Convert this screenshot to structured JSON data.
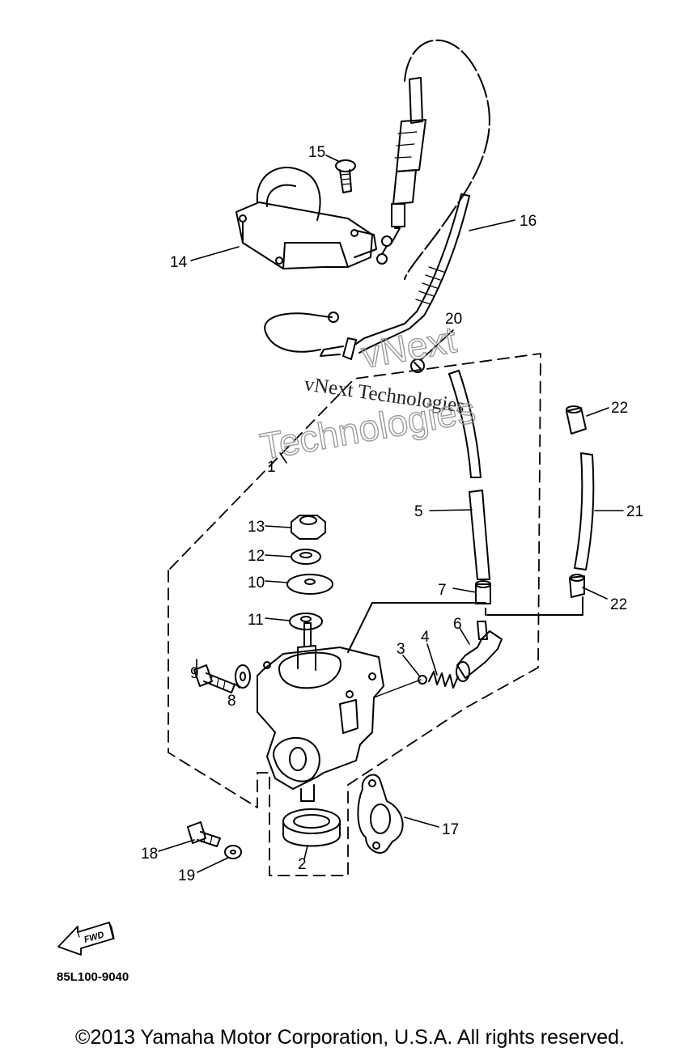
{
  "callouts": [
    "1",
    "2",
    "3",
    "4",
    "5",
    "6",
    "7",
    "8",
    "9",
    "10",
    "11",
    "12",
    "13",
    "14",
    "15",
    "16",
    "17",
    "18",
    "19",
    "20",
    "21",
    "22",
    "22"
  ],
  "watermark": {
    "line1": "vNext Technologies",
    "line2a": "vNext",
    "line2b": "Technologies"
  },
  "forward_marker": "FWD",
  "part_code": "85L100-9040",
  "copyright": "©2013 Yamaha Motor Corporation, U.S.A. All rights reserved."
}
